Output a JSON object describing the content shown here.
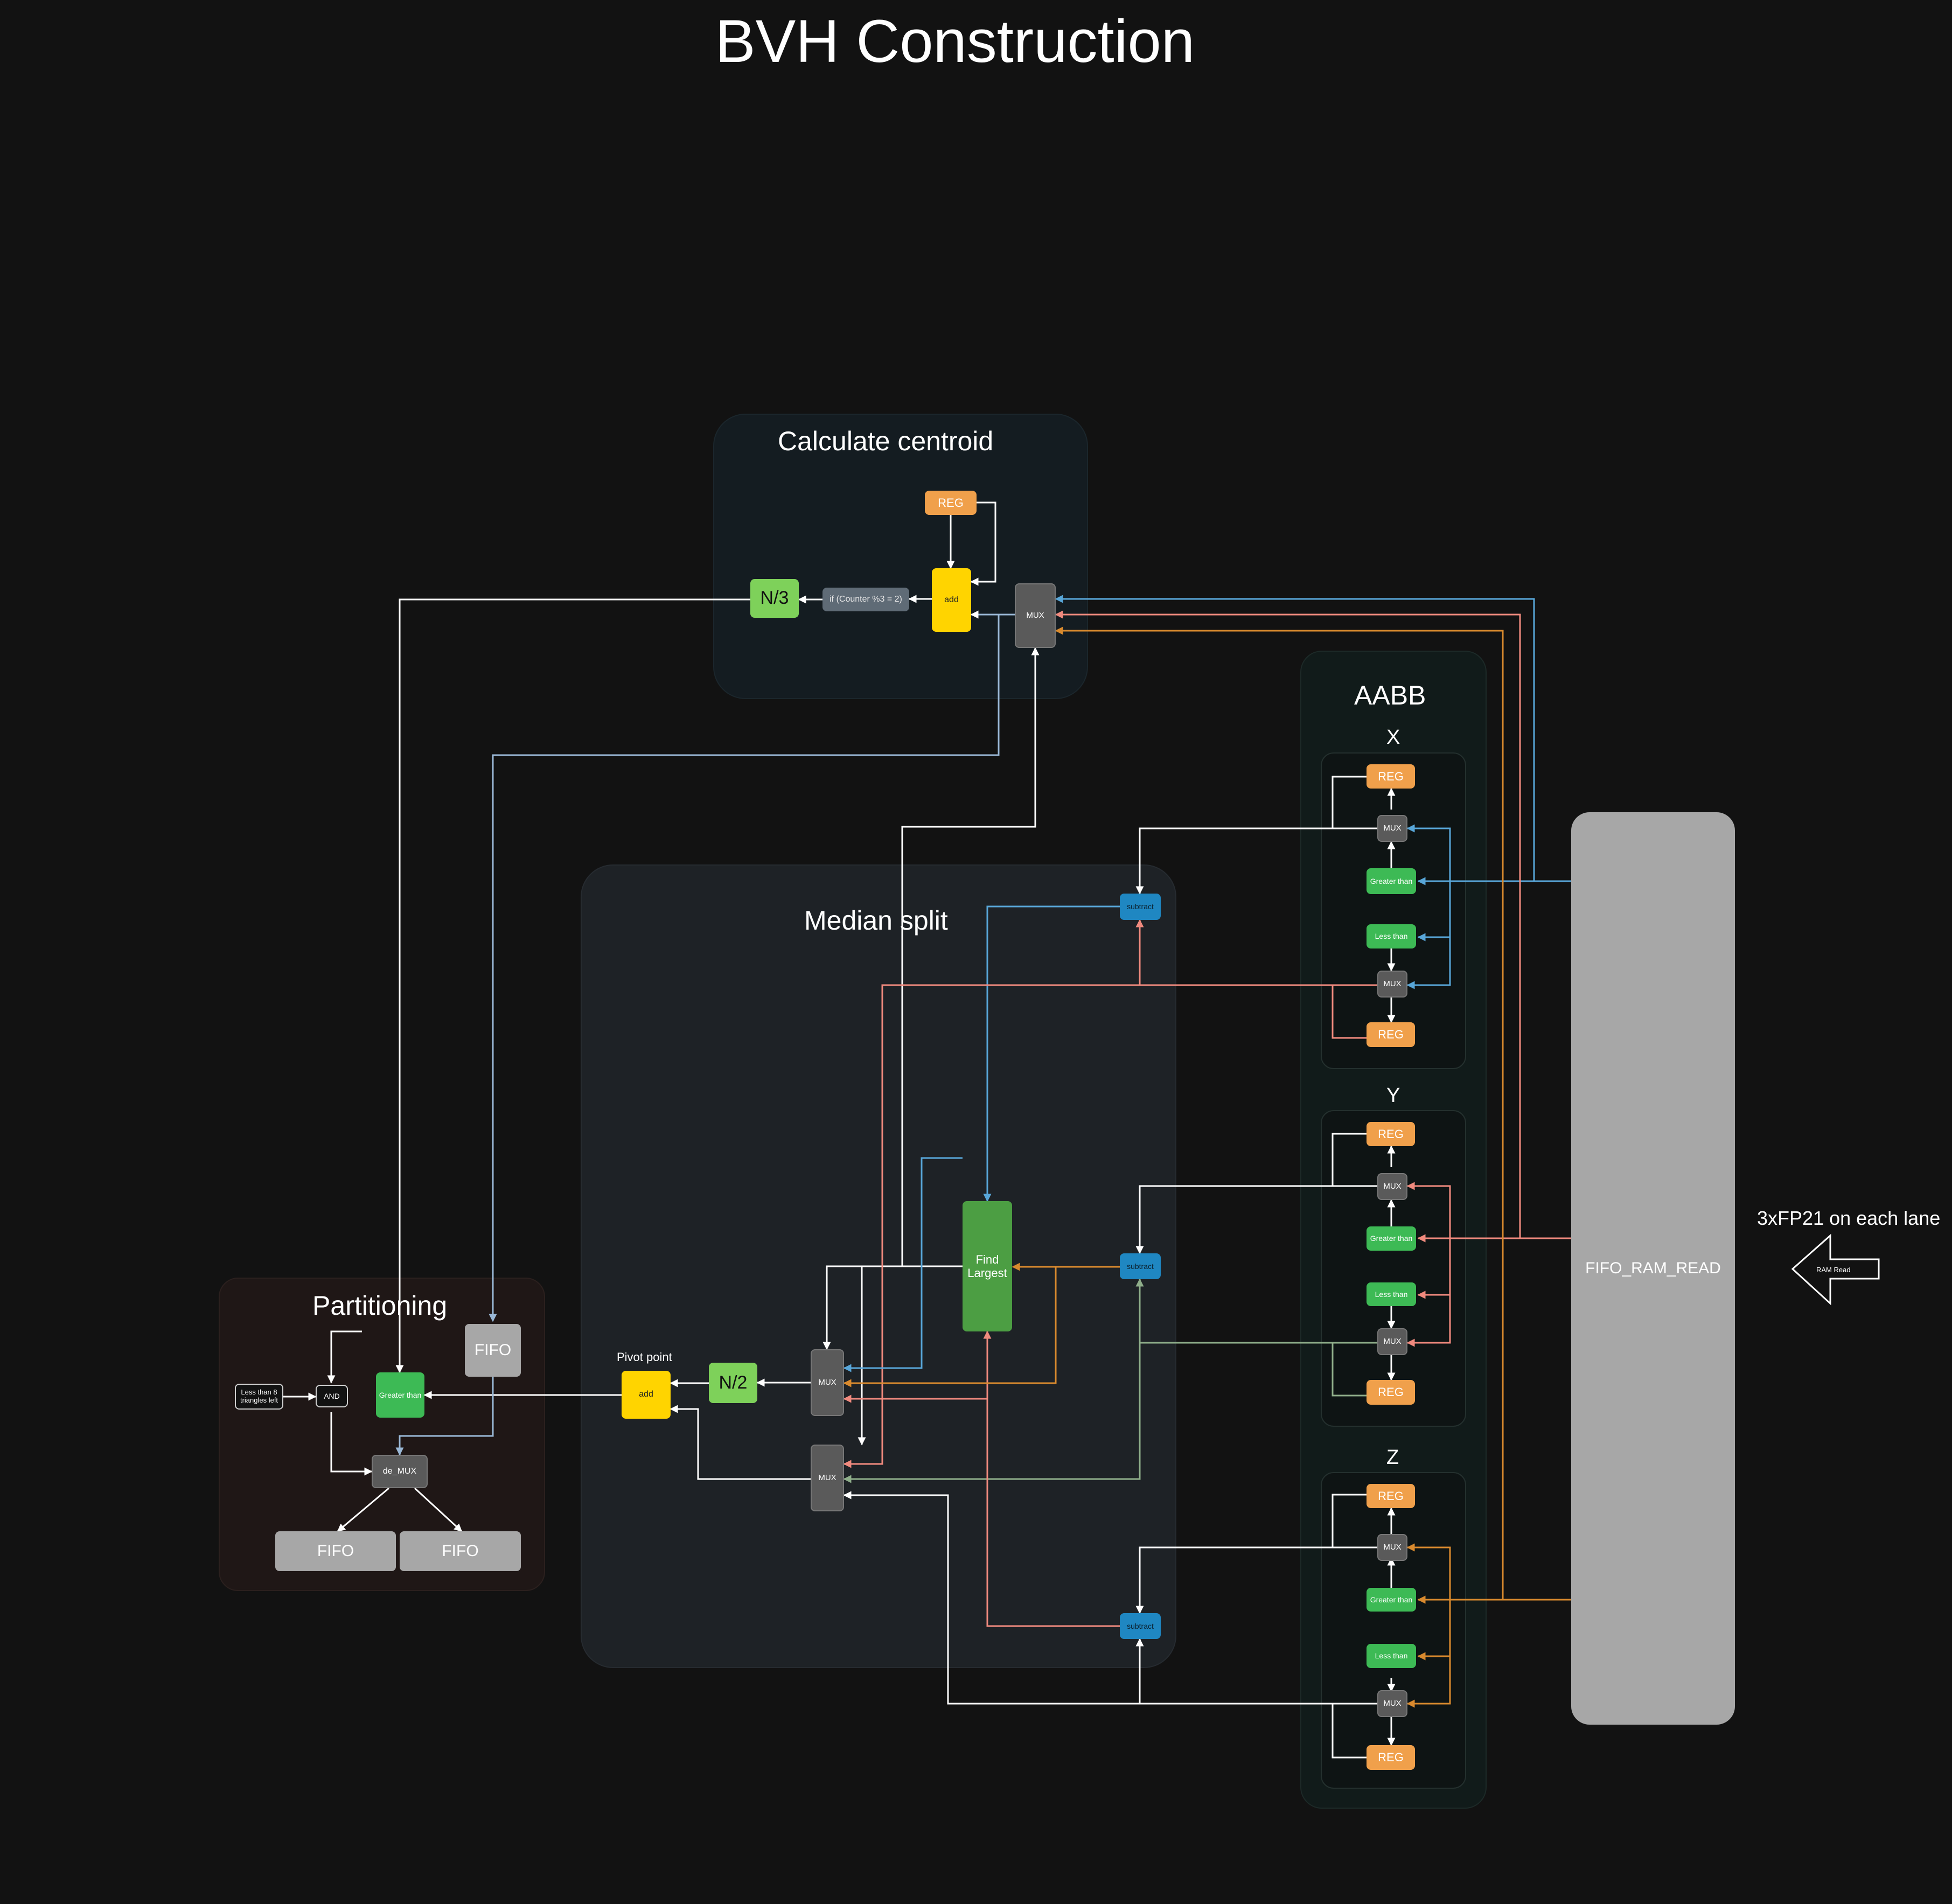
{
  "title": "BVH Construction",
  "groups": {
    "centroid": "Calculate centroid",
    "median": "Median split",
    "partitioning": "Partitioning",
    "aabb": "AABB"
  },
  "aabb_lanes": {
    "x": "X",
    "y": "Y",
    "z": "Z"
  },
  "blocks": {
    "reg": "REG",
    "mux": "MUX",
    "greater_than": "Greater than",
    "less_than": "Less than",
    "add": "add",
    "subtract": "subtract",
    "n3": "N/3",
    "n2": "N/2",
    "counter_cond": "if (Counter %3 = 2)",
    "find_largest": "Find Largest",
    "fifo": "FIFO",
    "and": "AND",
    "de_mux": "de_MUX",
    "less_than_8": "Less than 8 triangles left",
    "pivot_point": "Pivot point",
    "fifo_ram_read": "FIFO_RAM_READ",
    "ram_read": "RAM Read",
    "lane_note": "3xFP21 on each lane"
  },
  "colors": {
    "background": "#121212",
    "wire_white": "#ffffff",
    "wire_blue": "#58a6d8",
    "wire_salmon": "#f08a7e",
    "wire_orange": "#d98a2e",
    "wire_sage": "#8fae8a",
    "wire_lightblue": "#9ab8d6",
    "reg": "#f0a04b",
    "comparator": "#3dba55",
    "adder": "#ffd400",
    "subtractor": "#1f87c2",
    "mux": "#5a5a5a",
    "fifo": "#a7a7a7",
    "find_largest": "#4c9e43",
    "divider": "#7ed15a"
  }
}
